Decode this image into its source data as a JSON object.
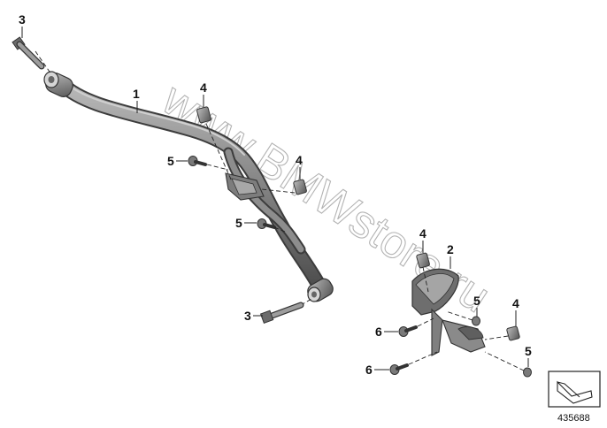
{
  "diagram": {
    "watermark": "www.BMWstore.ru",
    "reference_number": "435688",
    "callouts": {
      "bolt_top_left": "3",
      "main_bar": "1",
      "nut_upper": "4",
      "screw_upper": "5",
      "nut_middle": "4",
      "screw_middle": "5",
      "nut_bracket": "4",
      "bracket": "2",
      "bolt_lower": "3",
      "screw_bracket": "5",
      "nut_right": "4",
      "screw_6_upper": "6",
      "screw_right": "5",
      "screw_6_lower": "6"
    },
    "colors": {
      "part_dark": "#5c5c5c",
      "part_mid": "#8c8c8c",
      "part_light": "#c4c4c4",
      "line": "#222222"
    }
  }
}
